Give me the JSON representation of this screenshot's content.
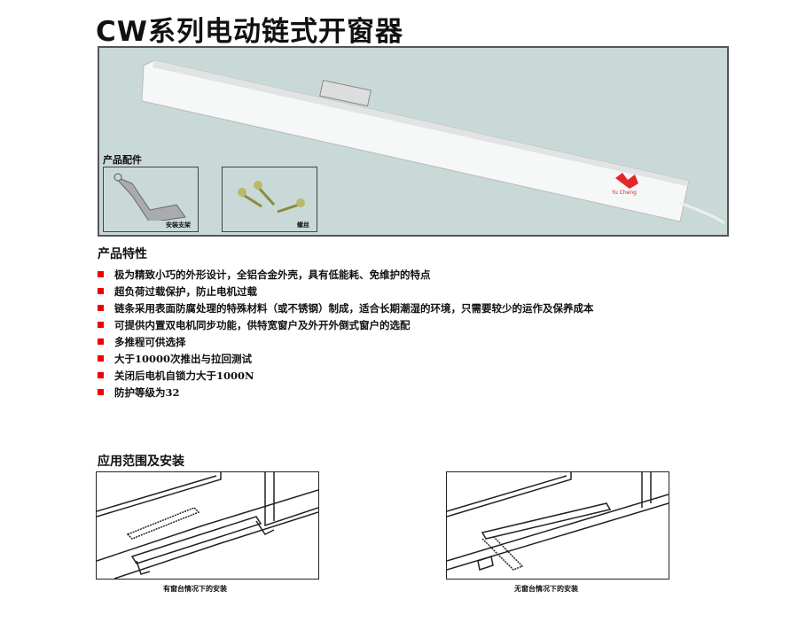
{
  "title": "CW系列电动链式开窗器",
  "photo": {
    "logo_text": "Yu Cheng",
    "accessories_title": "产品配件",
    "accessories": [
      {
        "label": "安装支架"
      },
      {
        "label": "螺丝"
      }
    ]
  },
  "features": {
    "heading": "产品特性",
    "items": [
      "极为精致小巧的外形设计，全铝合金外壳，具有低能耗、免维护的特点",
      "超负荷过载保护，防止电机过载",
      "链条采用表面防腐处理的特殊材料（或不锈钢）制成，适合长期潮湿的环境，只需要较少的运作及保养成本",
      "可提供内置双电机同步功能，供特宽窗户及外开外倒式窗户的选配",
      "多推程可供选择",
      "大于10000次推出与拉回测试",
      "关闭后电机自锁力大于1000N",
      "防护等级为32"
    ],
    "bullet_color": "#e00000"
  },
  "application": {
    "heading": "应用范围及安装",
    "captions": [
      "有窗台情况下的安装",
      "无窗台情况下的安装"
    ]
  }
}
